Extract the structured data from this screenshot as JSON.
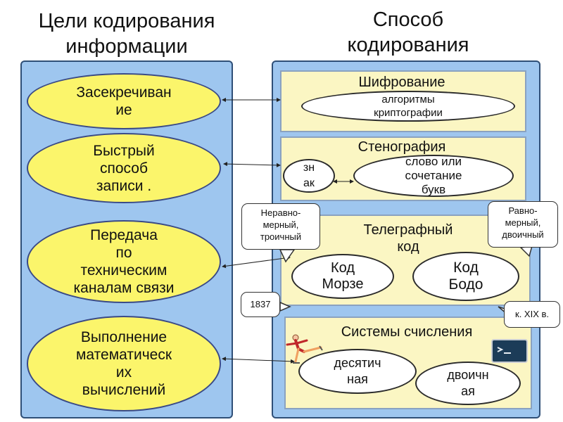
{
  "headers": {
    "goals": "Цели кодирования\nинформации",
    "methods": "Способ\nкодирования"
  },
  "goals": [
    {
      "label": "Засекречиван\nие"
    },
    {
      "label": "Быстрый\nспособ\nзаписи ."
    },
    {
      "label": "Передача\nпо\nтехническим\nканалам связи"
    },
    {
      "label": "Выполнение\nматематическ\nих\nвычислений"
    }
  ],
  "methods": {
    "cipher": {
      "title": "Шифрование",
      "item": "алгоритмы\nкриптографии"
    },
    "steno": {
      "title": "Стенография",
      "item_sign": "зн\nак",
      "item_word": "слово или\nсочетание\nбукв"
    },
    "telegraph": {
      "title": "Телеграфный\nкод",
      "morse": "Код\nМорзе",
      "baudot": "Код\nБодо"
    },
    "numeral": {
      "title": "Системы счисления",
      "decimal": "десятич\nная",
      "binary": "двоичн\nая"
    }
  },
  "callouts": {
    "uneven": "Неравно-\nмерный,\nтроичный",
    "even": "Равно-\nмерный,\nдвоичный",
    "year": "1837",
    "century": "к. XIX в."
  },
  "colors": {
    "panel": "#9ec6ef",
    "box": "#fbf6c3",
    "oval": "#fbf56b"
  }
}
